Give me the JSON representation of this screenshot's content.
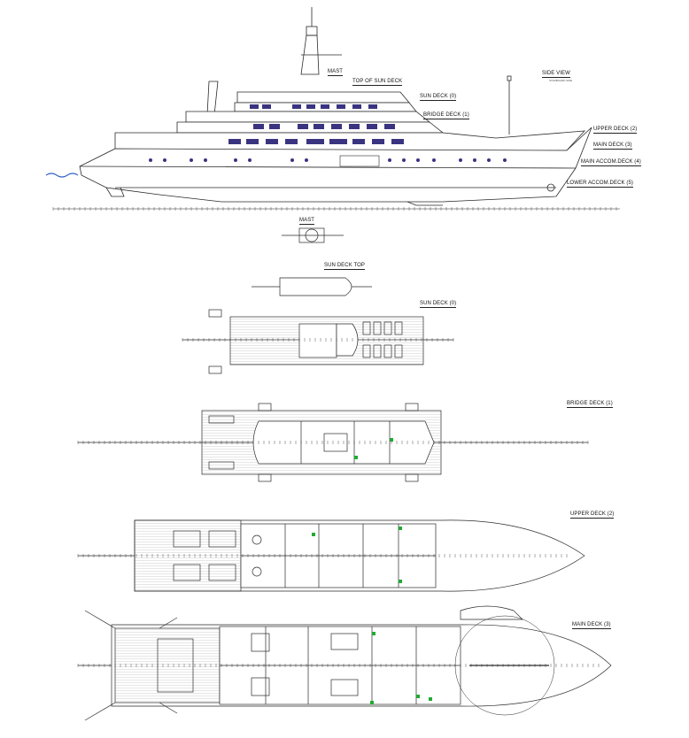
{
  "side_view": {
    "title": "SIDE VIEW",
    "subtitle": "STARBOARD SIDE",
    "labels": {
      "mast": "MAST",
      "top_of_sun_deck": "TOP OF SUN DECK",
      "sun_deck": "SUN DECK (0)",
      "bridge_deck": "BRIDGE DECK (1)",
      "upper_deck": "UPPER DECK (2)",
      "main_deck": "MAIN DECK (3)",
      "main_accom_deck": "MAIN ACCOM.DECK (4)",
      "lower_accom_deck": "LOWER ACCOM.DECK (5)"
    }
  },
  "plans": {
    "mast": "MAST",
    "sun_deck_top": "SUN DECK TOP",
    "sun_deck": "SUN DECK (0)",
    "bridge_deck": "BRIDGE DECK (1)",
    "upper_deck": "UPPER DECK (2)",
    "main_deck": "MAIN DECK (3)"
  },
  "colors": {
    "line": "#2a2a2a",
    "window": "#3a3480",
    "water": "#3060c8",
    "green_marker": "#22aa33",
    "deck_hatch": "#9a9a9a"
  }
}
